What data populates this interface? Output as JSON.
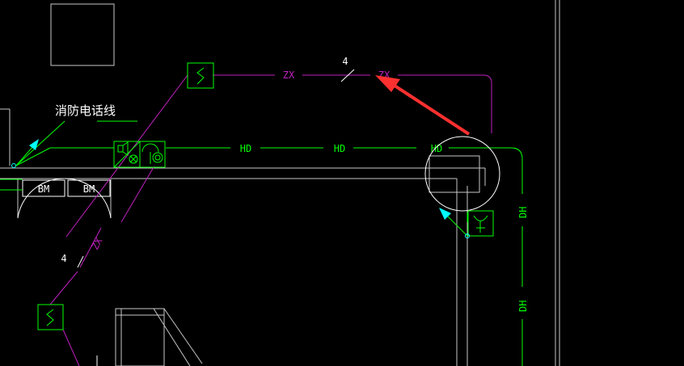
{
  "drawing": {
    "annotation_cn": "消防电话线",
    "conduit_count_top": "4",
    "conduit_count_left": "4",
    "label_zx": "ZX",
    "label_hd": "HD",
    "label_dh": "DH",
    "label_bm": "BM"
  },
  "colors": {
    "background": "#000000",
    "green": "#00ff00",
    "magenta": "#c020c0",
    "white": "#ffffff",
    "gray": "#c8c8c8",
    "cyan": "#00ffff",
    "red_arrow": "#ff3030"
  }
}
